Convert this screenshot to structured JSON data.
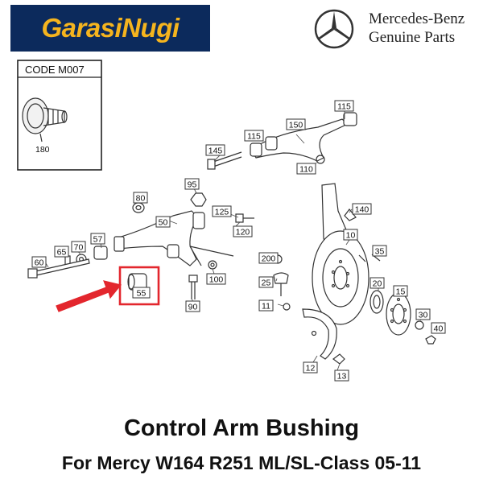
{
  "shop_logo": {
    "text": "GarasiNugi",
    "bg_color": "#0c2a5c",
    "text_color": "#f5b41e"
  },
  "brand": {
    "line1": "Mercedes-Benz",
    "line2": "Genuine Parts",
    "icon": "three-pointed-star-icon"
  },
  "code_box": {
    "code": "CODE M007",
    "part_number": "180"
  },
  "callouts": [
    "115",
    "150",
    "115",
    "145",
    "110",
    "95",
    "80",
    "50",
    "125",
    "120",
    "57",
    "70",
    "65",
    "60",
    "200",
    "25",
    "11",
    "100",
    "90",
    "140",
    "10",
    "35",
    "20",
    "15",
    "30",
    "40",
    "12",
    "13"
  ],
  "highlight": {
    "part_number": "55",
    "color": "#e3262d"
  },
  "caption": {
    "line1": "Control Arm Bushing",
    "line2": "For Mercy W164 R251 ML/SL-Class 05-11"
  }
}
